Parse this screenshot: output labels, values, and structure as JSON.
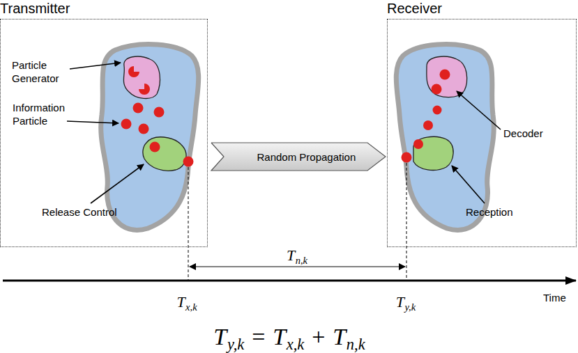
{
  "diagram": {
    "nodes": [
      {
        "text": [
          "Transmitter"
        ]
      },
      {
        "text": [
          "Random Propagation"
        ]
      },
      {
        "text": [
          "Receiver"
        ]
      }
    ],
    "labels": [
      "Particle Generator",
      "Information Particle",
      "Release Control",
      "Decoder",
      "Reception",
      "T",
      "n,k",
      "T",
      "x,k",
      "T",
      "y,k",
      "Time",
      "T",
      "y,k",
      "=",
      "T",
      "x,k",
      "+",
      "T",
      "n,k"
    ]
  }
}
